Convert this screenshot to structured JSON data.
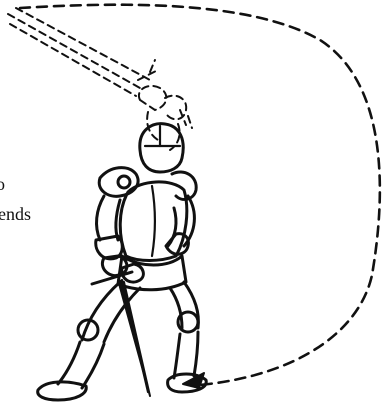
{
  "caption": {
    "line1": "o",
    "line2": "ends"
  },
  "colors": {
    "ink": "#111111",
    "background": "#ffffff"
  },
  "figure": {
    "subject": "knight-in-armor-with-sword",
    "motion": "dashed-swing-arc"
  }
}
